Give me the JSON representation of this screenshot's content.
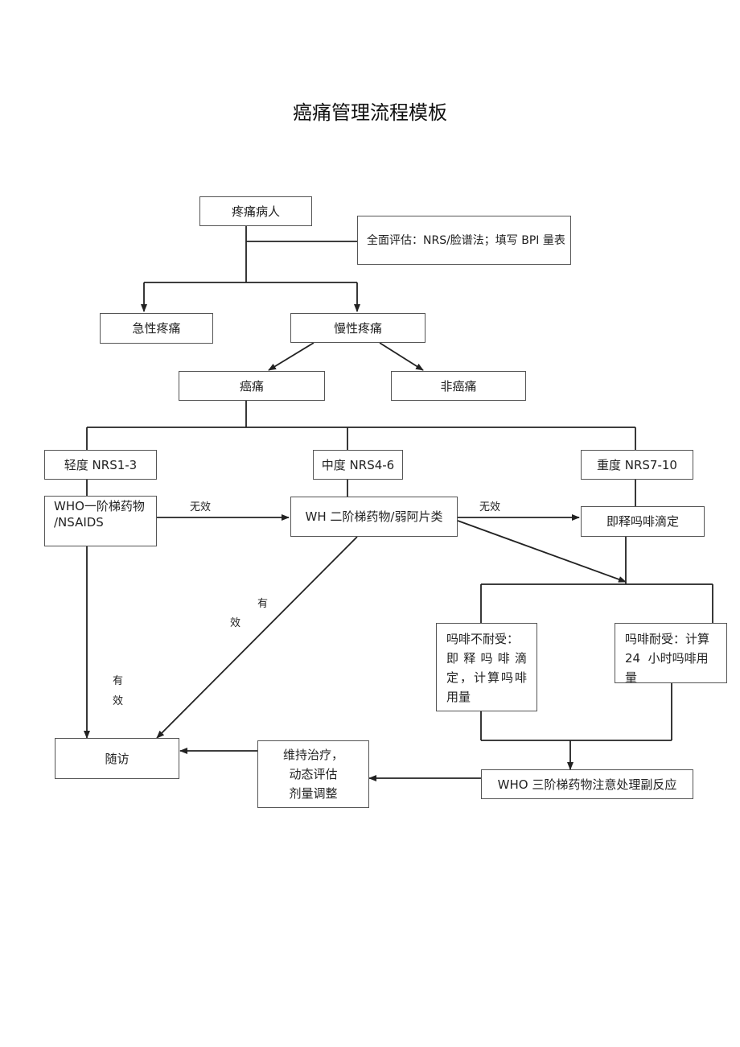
{
  "title": "癌痛管理流程模板",
  "nodes": {
    "pain_patient": "疼痛病人",
    "assessment": "全面评估：NRS/脸谱法；填写 BPI 量表",
    "acute_pain": "急性疼痛",
    "chronic_pain": "慢性疼痛",
    "cancer_pain": "癌痛",
    "non_cancer_pain": "非癌痛",
    "mild": "轻度 NRS1-3",
    "moderate": "中度 NRS4-6",
    "severe": "重度 NRS7-10",
    "who_step1_line1": "WHO一阶梯药物",
    "who_step1_line2": "/NSAIDS",
    "who_step2": "WH 二阶梯药物/弱阿片类",
    "morphine_titration": "即释吗啡滴定",
    "intolerant_line1": "吗啡不耐受：",
    "intolerant_line2": "即 释 吗 啡 滴",
    "intolerant_line3": "定，计算吗啡",
    "intolerant_line4": "用量",
    "tolerant_line1": "吗啡耐受：计算",
    "tolerant_line2": "24  小时吗啡用",
    "tolerant_line3": "量",
    "who_step3": "WHO 三阶梯药物注意处理副反应",
    "maintain_line1": "维持治疗，",
    "maintain_line2": "动态评估",
    "maintain_line3": "剂量调整",
    "follow_up": "随访"
  },
  "edge_labels": {
    "step1_to_step2": "无效",
    "step2_to_titration": "无效",
    "step2_effective_1": "有",
    "step2_effective_2": "效",
    "step1_effective_1": "有",
    "step1_effective_2": "效"
  }
}
